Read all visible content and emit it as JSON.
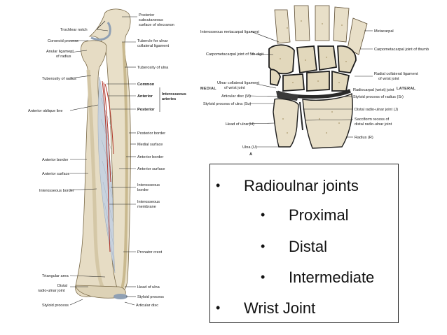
{
  "left_figure": {
    "labels": {
      "trochlear_notch": "Trochlear notch",
      "coronoid_process": "Coronoid process",
      "anular_ligament": "Anular ligament",
      "of_radius": "of radius",
      "tuberosity_radius": "Tuberosity of radius",
      "anterior_oblique_line": "Anterior oblique line",
      "anterior_border": "Anterior border",
      "anterior_surface": "Anterior surface",
      "interosseous_border": "Interosseous border",
      "triangular_area": "Triangular area",
      "distal": "Distal",
      "radio_ulnar_joint": "radio-ulnar joint",
      "styloid_process_left": "Styloid process",
      "posterior": "Posterior",
      "subcutaneous_surface": "subcutaneous",
      "surface_of_olecranon": "surface of olecranon",
      "tubercle_for_ulnar": "Tubercle for ulnar",
      "collateral_ligament": "collateral ligament",
      "tuberosity_ulna": "Tuberosity of ulna",
      "common": "Common",
      "anterior": "Anterior",
      "posterior_art": "Posterior",
      "interosseous": "Interosseous",
      "arteries": "arteries",
      "posterior_border": "Posterior border",
      "medial_surface": "Medial surface",
      "anterior_border_r": "Anterior border",
      "anterior_surface_r": "Anterior surface",
      "interosseous_r": "Interosseous",
      "border_r": "border",
      "interosseous_m": "Interosseous",
      "membrane": "membrane",
      "pronator_crest": "Pronator crest",
      "head_of_ulna": "Head of ulna",
      "styloid_process_right": "Styloid process",
      "articular_disc": "Articular disc"
    }
  },
  "right_figure": {
    "labels": {
      "intermetacarpal": "Interosseous metacarpal ligament",
      "cmc_5th": "Carpometacarpal joint of 5th digit",
      "medial": "MEDIAL",
      "ulnar_collateral": "Ulnar collateral ligament",
      "of_wrist_joint": "of wrist joint",
      "articular_disc": "Articular disc (M)",
      "styloid_ulna": "Styloid process of ulna (Su)",
      "head_ulna": "Head of ulna (H)",
      "ulna": "Ulna (U)",
      "letter_a": "A",
      "metacarpal": "Metacarpal",
      "cmc_thumb": "Carpometacarpal joint of thumb",
      "radial_collateral": "Radial collateral ligament",
      "radial_wrist": "of wrist joint",
      "radiocarpal": "Radiocarpal (wrist) joint",
      "styloid_radius": "Styloid process of radius (Sr)",
      "lateral": "LATERAL",
      "distal_ru": "Distal radio-ulnar joint (J)",
      "sacciform": "Sacciform recess of",
      "sacciform2": "distal radio-ulnar joint",
      "radius": "Radius (R)"
    }
  },
  "text_box": {
    "items": [
      {
        "text": "Radioulnar joints",
        "level": 0
      },
      {
        "text": "Proximal",
        "level": 1
      },
      {
        "text": "Distal",
        "level": 1
      },
      {
        "text": "Intermediate",
        "level": 1
      },
      {
        "text": "Wrist Joint",
        "level": 0
      }
    ],
    "bullet": "•"
  },
  "colors": {
    "bone": "#e8dfc8",
    "bone_shade": "#c9b98f",
    "membrane": "#c8d2de",
    "artery": "#b0352a",
    "cartilage": "#2a2a2a"
  }
}
